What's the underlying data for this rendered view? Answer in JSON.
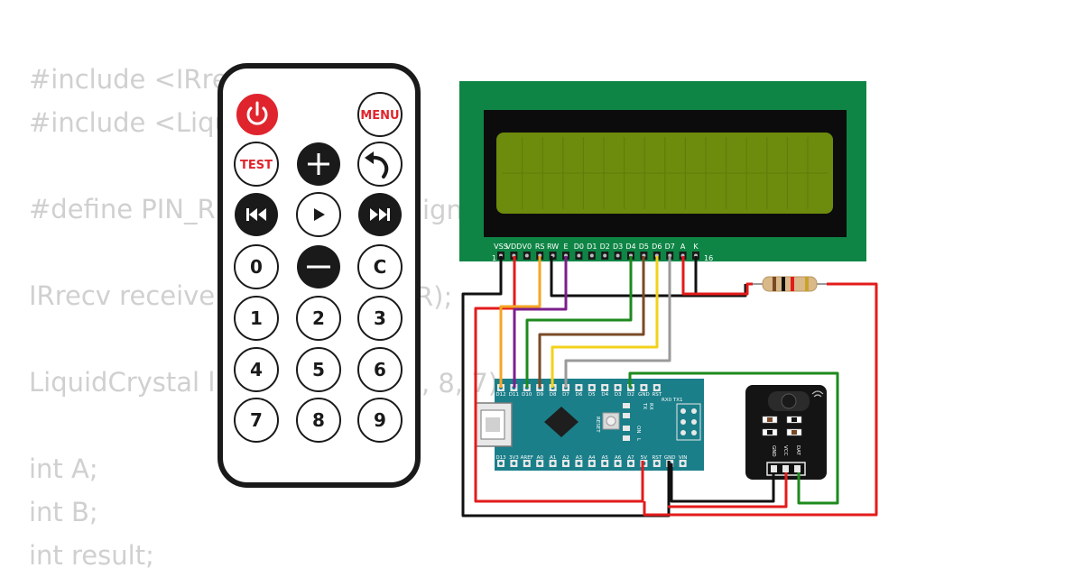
{
  "code_lines": [
    "#include <IRre",
    "#include <Liqu",
    "",
    "#define PIN_R",
    "",
    "IRrecv receive",
    "",
    "LiquidCrystal l",
    "",
    "int A;",
    "int B;",
    "int result;"
  ],
  "code_fragments": {
    "define_tail": "ign",
    "irrecv_tail": "R);",
    "lcd_tail": ", 8, 7)"
  },
  "remote": {
    "buttons": {
      "power": "power-icon",
      "menu": "MENU",
      "test": "TEST",
      "plus": "+",
      "back": "back-icon",
      "prev": "prev-icon",
      "play": "play-icon",
      "next": "next-icon",
      "zero": "0",
      "minus": "—",
      "clear": "C",
      "one": "1",
      "two": "2",
      "three": "3",
      "four": "4",
      "five": "5",
      "six": "6",
      "seven": "7",
      "eight": "8",
      "nine": "9"
    }
  },
  "lcd": {
    "pin_labels": [
      "VSS",
      "VDD",
      "V0",
      "RS",
      "RW",
      "E",
      "D0",
      "D1",
      "D2",
      "D3",
      "D4",
      "D5",
      "D6",
      "D7",
      "A",
      "K"
    ],
    "pin_first": "1",
    "pin_last": "16",
    "board_color": "#0e8545",
    "screen_color": "#6d8b0d"
  },
  "arduino": {
    "top_labels": [
      "D12",
      "D11",
      "D10",
      "D9",
      "D8",
      "D7",
      "D6",
      "D5",
      "D4",
      "D3",
      "D2",
      "GND",
      "RST"
    ],
    "rx_tx": "RX0 TX1",
    "bottom_labels": [
      "D13",
      "3V3",
      "AREF",
      "A0",
      "A1",
      "A2",
      "A3",
      "A4",
      "A5",
      "A6",
      "A7",
      "5V",
      "RST",
      "GND",
      "VIN"
    ],
    "reset_label": "RESET",
    "side_labels": [
      "TX",
      "RX",
      "ON",
      "L"
    ],
    "board_color": "#1b7f8a"
  },
  "ir_module": {
    "pins": [
      "GND",
      "VCC",
      "DAT"
    ]
  },
  "wire_colors": {
    "black": "#111111",
    "red": "#e31b1b",
    "orange": "#f5a623",
    "purple": "#7b1f8c",
    "green": "#1d8a1d",
    "brown": "#7a4a26",
    "yellow": "#f2d21b",
    "gray": "#9a9a9a"
  }
}
